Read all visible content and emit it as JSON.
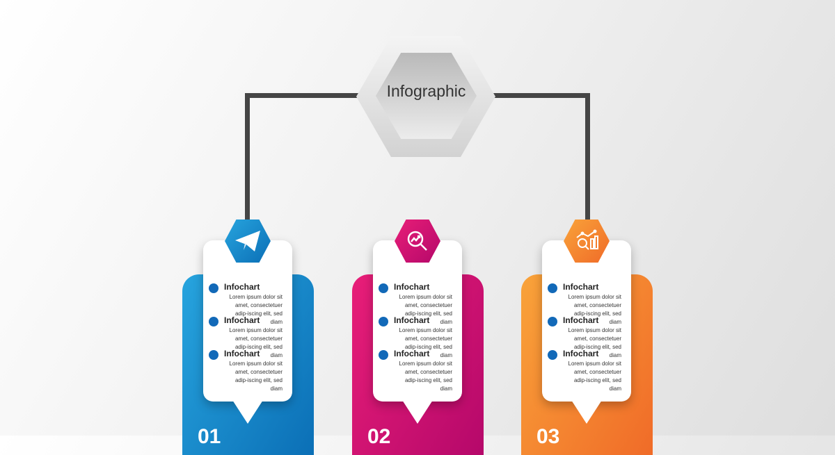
{
  "center": {
    "title": "Infographic"
  },
  "columns": [
    {
      "number": "01",
      "icon": "paper-plane-icon",
      "color_start": "#27a4de",
      "color_end": "#0b6fb6",
      "items": [
        {
          "title": "Infochart",
          "body": "Lorem ipsum dolor sit amet, consectetuer adip-iscing elit, sed diam"
        },
        {
          "title": "Infochart",
          "body": "Lorem ipsum dolor sit amet, consectetuer adip-iscing elit, sed diam"
        },
        {
          "title": "Infochart",
          "body": "Lorem ipsum dolor sit amet, consectetuer adip-iscing elit, sed diam"
        }
      ]
    },
    {
      "number": "02",
      "icon": "trend-magnifier-icon",
      "color_start": "#e81e78",
      "color_end": "#b5086a",
      "items": [
        {
          "title": "Infochart",
          "body": "Lorem ipsum dolor sit amet, consectetuer adip-iscing elit, sed diam"
        },
        {
          "title": "Infochart",
          "body": "Lorem ipsum dolor sit amet, consectetuer adip-iscing elit, sed diam"
        },
        {
          "title": "Infochart",
          "body": "Lorem ipsum dolor sit amet, consectetuer adip-iscing elit, sed diam"
        }
      ]
    },
    {
      "number": "03",
      "icon": "analytics-icon",
      "color_start": "#f9a33a",
      "color_end": "#f06b28",
      "items": [
        {
          "title": "Infochart",
          "body": "Lorem ipsum dolor sit amet, consectetuer adip-iscing elit, sed diam"
        },
        {
          "title": "Infochart",
          "body": "Lorem ipsum dolor sit amet, consectetuer adip-iscing elit, sed diam"
        },
        {
          "title": "Infochart",
          "body": "Lorem ipsum dolor sit amet, consectetuer adip-iscing elit, sed diam"
        }
      ]
    }
  ]
}
